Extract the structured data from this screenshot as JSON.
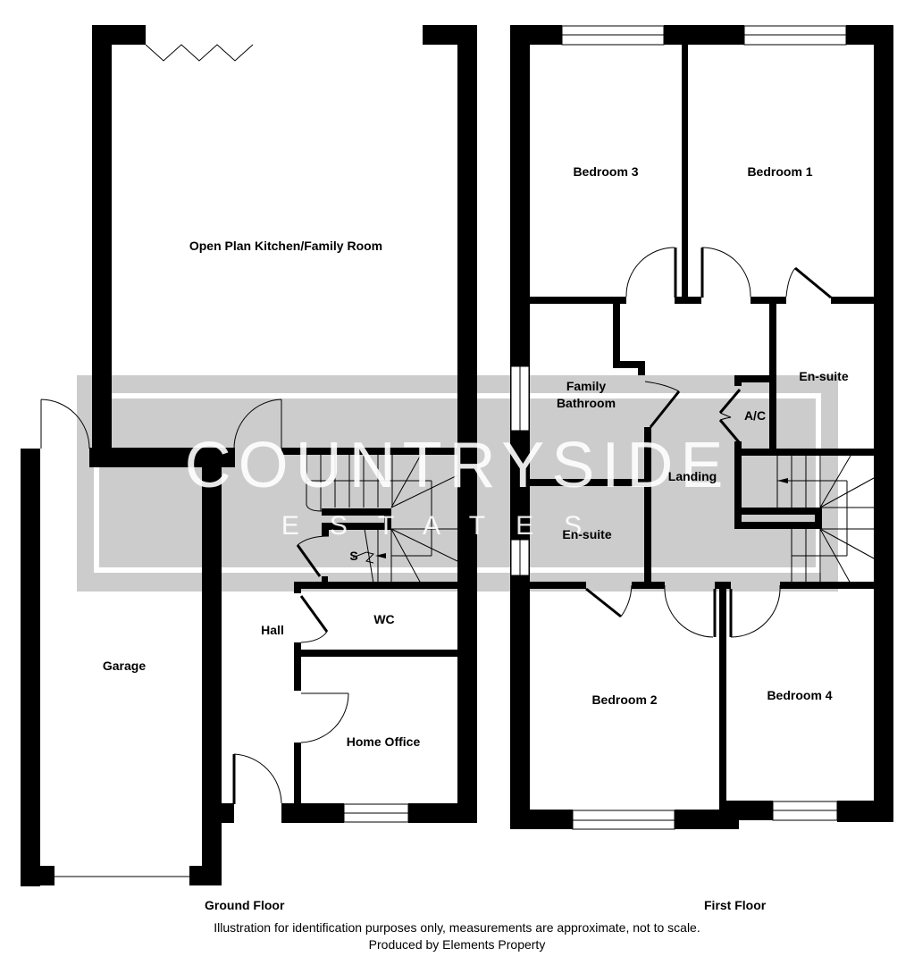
{
  "watermark": {
    "brand": "COUNTRYSIDE",
    "sub": "ESTATES",
    "box_color": "#cccccc"
  },
  "ground_floor": {
    "title": "Ground Floor",
    "rooms": {
      "kitchen": "Open Plan Kitchen/Family Room",
      "garage": "Garage",
      "hall": "Hall",
      "wc": "WC",
      "home_office": "Home Office",
      "store": "S"
    }
  },
  "first_floor": {
    "title": "First Floor",
    "rooms": {
      "bedroom3": "Bedroom 3",
      "bedroom1": "Bedroom 1",
      "family_bathroom_line1": "Family",
      "family_bathroom_line2": "Bathroom",
      "ensuite_main": "En-suite",
      "airing_cupboard": "A/C",
      "landing": "Landing",
      "ensuite_bed2": "En-suite",
      "bedroom2": "Bedroom 2",
      "bedroom4": "Bedroom 4"
    }
  },
  "footer": {
    "disclaimer": "Illustration for identification purposes only, measurements are approximate, not to scale.",
    "producer": "Produced by Elements Property"
  }
}
